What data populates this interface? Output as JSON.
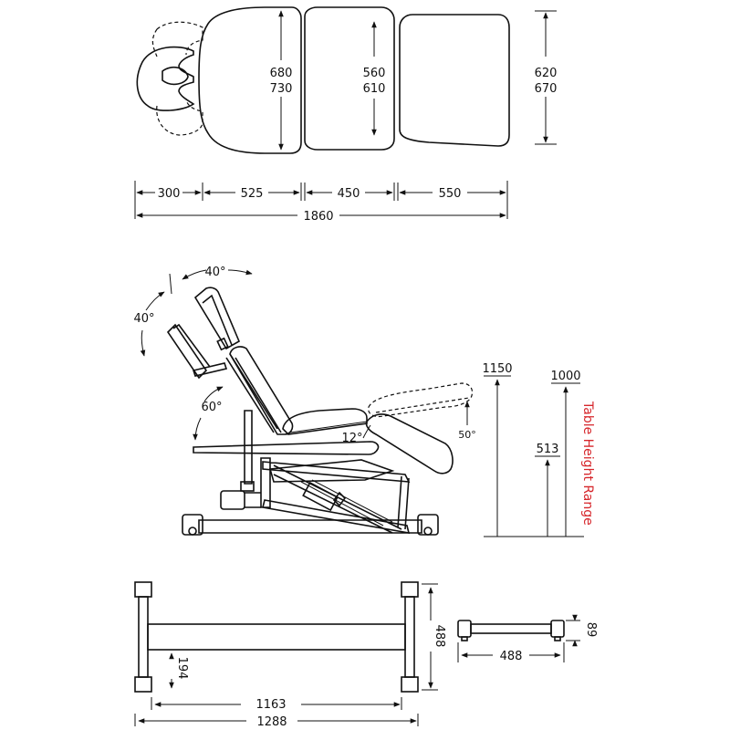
{
  "colors": {
    "line": "#111111",
    "accent": "#d6262b",
    "background": "#ffffff"
  },
  "top_view": {
    "head_section_height": "680",
    "head_section_height_alt": "730",
    "middle_section_height": "560",
    "middle_section_height_alt": "610",
    "foot_section_height": "620",
    "foot_section_height_alt": "670",
    "length_headrest": "300",
    "length_back": "525",
    "length_seat": "450",
    "length_leg": "550",
    "length_total": "1860"
  },
  "side_view": {
    "angle_headrest_top": "40°",
    "angle_headrest_side": "40°",
    "angle_armrest": "60°",
    "angle_seat": "12°",
    "angle_leg": "50°",
    "height_max": "1150",
    "height_top": "1000",
    "height_min": "513",
    "range_label": "Table Height Range"
  },
  "base_view": {
    "base_depth": "488",
    "foot_height": "194",
    "inner_length": "1163",
    "total_length": "1288",
    "end_width": "488",
    "end_height": "89"
  }
}
